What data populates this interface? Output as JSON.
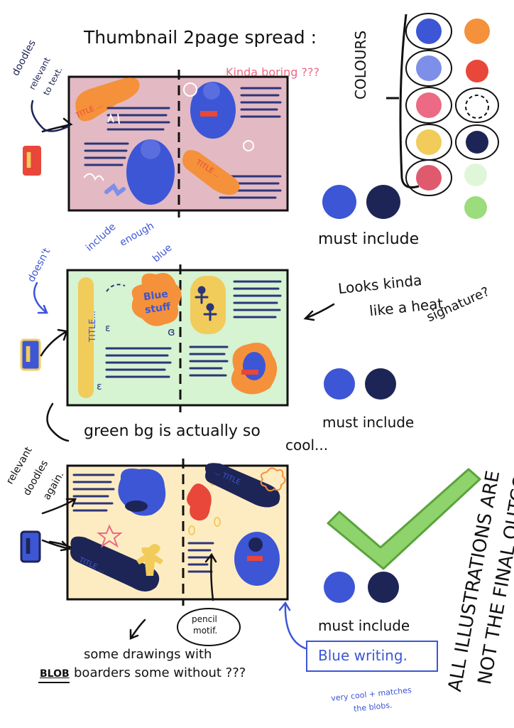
{
  "heading": "Thumbnail 2page spread :",
  "comment_boring": "Kinda boring ???",
  "side_title": "COLOURS",
  "annotations": {
    "doodles_1": "doodles",
    "doodles_2": "relevant",
    "doodles_3": "to text.",
    "not_enough_1": "doesn't",
    "not_enough_2": "include",
    "not_enough_3": "enough",
    "not_enough_4": "blue",
    "heat_1": "Looks kinda",
    "heat_2": "like a heat",
    "heat_3": "signature?",
    "green_bg": "green bg is actually so",
    "green_bg_2": "cool...",
    "relevant_again_1": "relevant",
    "relevant_again_2": "doodles",
    "relevant_again_3": "again.",
    "pencil_1": "pencil",
    "pencil_2": "motif.",
    "blob_1": "some drawings with",
    "blob_2a": "BLOB",
    "blob_2b": "boarders some without ???",
    "blue_writing": "Blue writing.",
    "cool_1": "very cool + matches",
    "cool_2": "the blobs.",
    "illustrations_1": "ALL ILLUSTRATIONS ARE",
    "illustrations_2": "NOT THE FINAL OUTCOME!"
  },
  "must_include": [
    "must include",
    "must include",
    "must include"
  ],
  "spread_labels": {
    "title": "TITLE ...",
    "title_short": "TITLE ..",
    "blue_stuff_1": "Blue",
    "blue_stuff_2": "stuff",
    "title_vertical": "TITLE...",
    "title_bottom": "TITLE ...",
    "title_top": "... TITLE"
  },
  "marker": "I",
  "colors": {
    "pink_bg": "#e3b9c4",
    "green_bg": "#d6f3d2",
    "cream_bg": "#fdecc2",
    "blue": "#3d56d6",
    "navy": "#1d2556",
    "orange": "#f4913a",
    "red": "#e8473a",
    "pink": "#ec6a84",
    "yellow": "#f1cc5a",
    "light_blue": "#7d8fe8",
    "light_green": "#e0f6d8",
    "green": "#9bdc7c",
    "check_green": "#8ed36b"
  }
}
